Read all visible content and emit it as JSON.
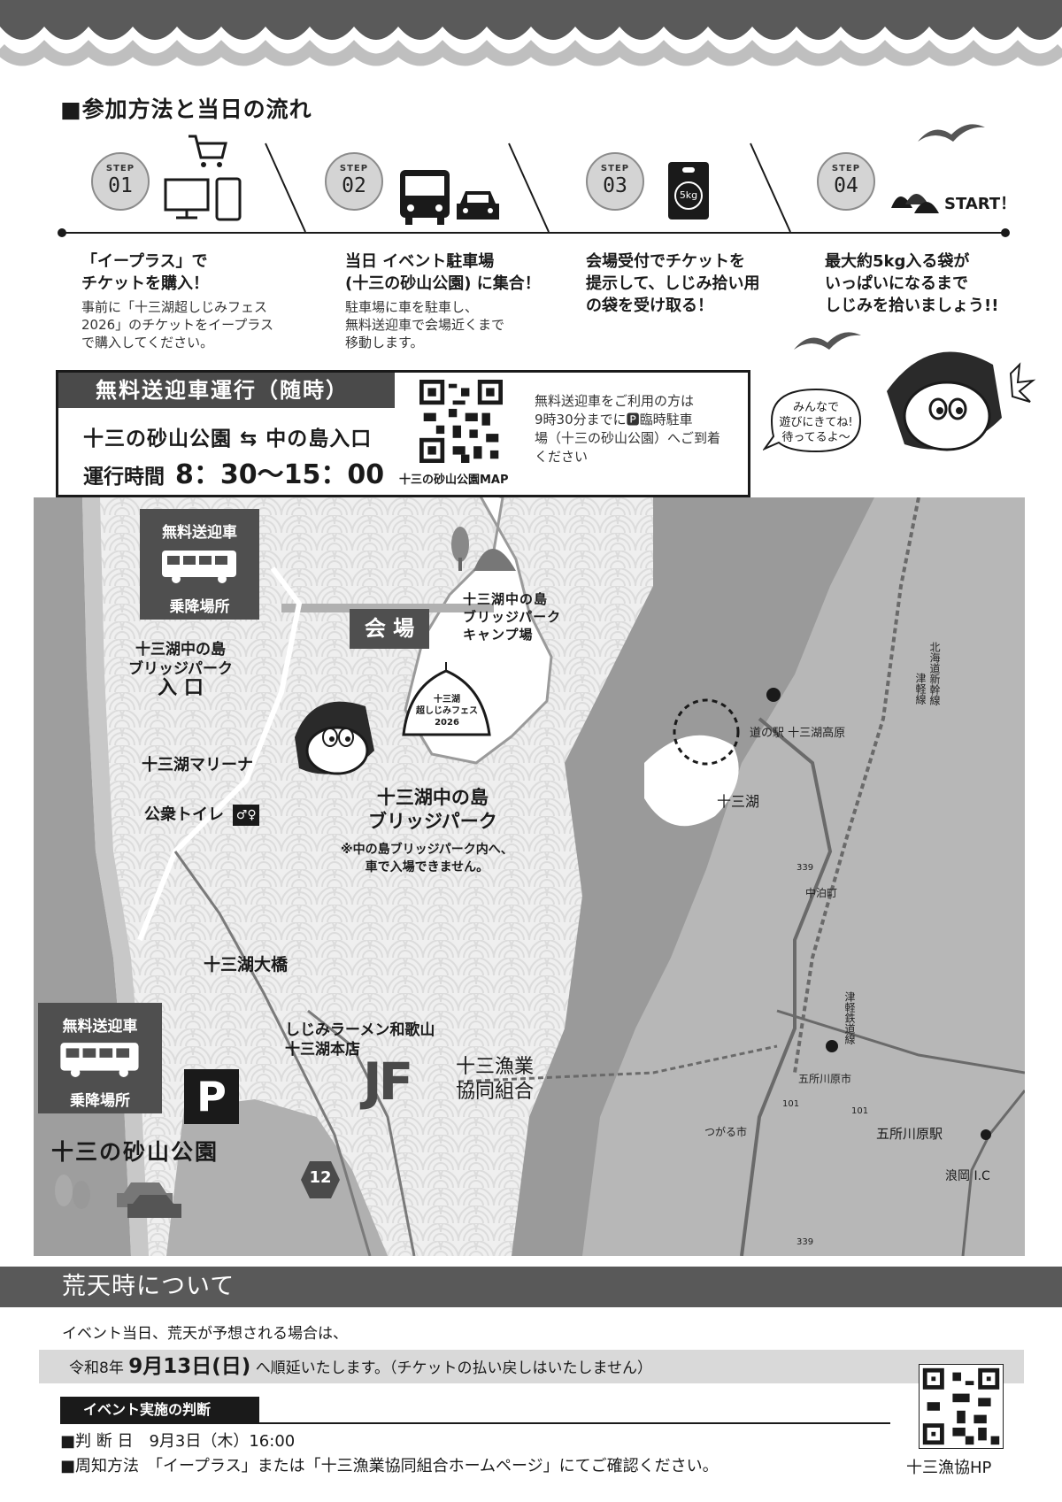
{
  "section": {
    "title": "■参加方法と当日の流れ"
  },
  "steps": [
    {
      "label": "STEP",
      "num": "01",
      "title": [
        "「イープラス」で",
        "チケットを購入！"
      ],
      "desc": [
        "事前に「十三湖超しじみフェス",
        "2026」のチケットをイープラス",
        "で購入してください。"
      ]
    },
    {
      "label": "STEP",
      "num": "02",
      "title": [
        "当日 イベント駐車場",
        "(十三の砂山公園) に集合！"
      ],
      "desc": [
        "駐車場に車を駐車し、",
        "無料送迎車で会場近くまで",
        "移動します。"
      ]
    },
    {
      "label": "STEP",
      "num": "03",
      "title": [
        "会場受付でチケットを",
        "提示して、しじみ拾い用",
        "の袋を受け取る！"
      ],
      "desc": []
    },
    {
      "label": "STEP",
      "num": "04",
      "title": [
        "最大約5kg入る袋が",
        "いっぱいになるまで",
        "しじみを拾いましょう!!"
      ],
      "desc": []
    }
  ],
  "bag_label": "5kg",
  "start_label": "START！",
  "mascot_speech": [
    "みんなで",
    "遊びにきてね!",
    "待ってるよ〜"
  ],
  "shuttle": {
    "heading": "無料送迎車運行（随時）",
    "route": "十三の砂山公園 ⇆ 中の島入口",
    "time_label": "運行時間",
    "time_value": "8：30〜15：00",
    "qr_caption": "十三の砂山公園MAP",
    "note": [
      "無料送迎車をご利用の方は",
      "9時30分までに🅿臨時駐車",
      "場（十三の砂山公園）へご到着",
      "ください"
    ]
  },
  "map": {
    "stop_label": "無料送迎車",
    "stop_sub": "乗降場所",
    "venue": "会 場",
    "entrance": [
      "十三湖中の島",
      "ブリッジパーク",
      "入 口"
    ],
    "camp": [
      "十三湖中の島",
      "ブリッジパーク",
      "キャンプ場"
    ],
    "tent": [
      "十三湖",
      "超しじみフェス",
      "2026"
    ],
    "marina": "十三湖マリーナ",
    "toilet": "公衆トイレ",
    "park": [
      "十三湖中の島",
      "ブリッジパーク"
    ],
    "car_note": [
      "※中の島ブリッジパーク内へ、",
      "車で入場できません。"
    ],
    "bridge": "十三湖大橋",
    "ramen": [
      "しじみラーメン和歌山",
      "十三湖本店"
    ],
    "jf_logo": "JF",
    "jf": [
      "十三漁業",
      "協同組合"
    ],
    "parking_symbol": "P",
    "sunayama": "十三の砂山公園",
    "route_num": "12",
    "michinoeki": "道の駅 十三湖高原",
    "lake": "十三湖",
    "shinkansen": [
      "北海道新幹線",
      "津軽線"
    ],
    "nakadomari": "中泊町",
    "tsugaru_rail": "津軽鉄道線",
    "goshogawara_city": "五所川原市",
    "tsugaru_city": "つがる市",
    "goshogawara_st": "五所川原駅",
    "namioka": "浪岡 I.C",
    "r339a": "339",
    "r339b": "339",
    "r101a": "101",
    "r101b": "101"
  },
  "weather": {
    "heading": "荒天時について",
    "text": "イベント当日、荒天が予想される場合は、",
    "postpone_pre": "令和8年",
    "postpone_date": "9月13日(日)",
    "postpone_post": "へ順延いたします。（チケットの払い戻しはいたしません）",
    "judge_head": "イベント実施の判断",
    "judge_day": "■判 断 日　9月3日（木）16:00",
    "judge_method": "■周知方法　「イープラス」または「十三漁業協同組合ホームページ」にてご確認ください。",
    "hp_caption": "十三漁協HP"
  }
}
